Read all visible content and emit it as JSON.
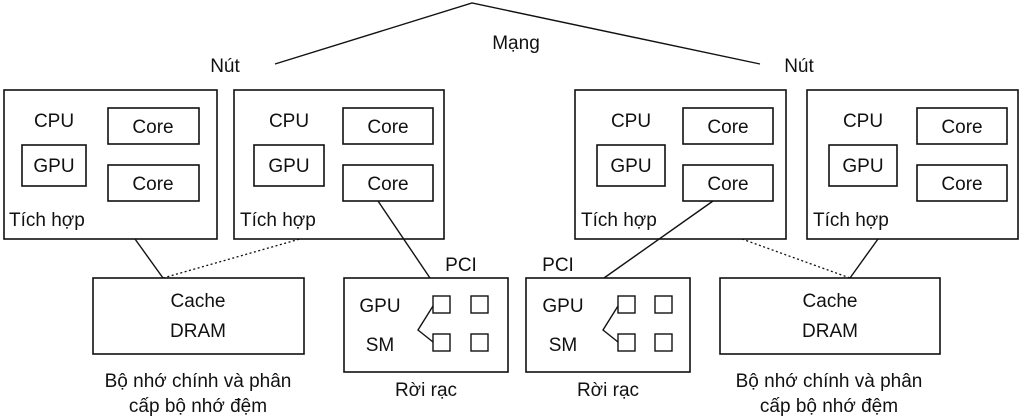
{
  "network": {
    "label": "Mạng"
  },
  "nodes": [
    {
      "label": "Nút"
    },
    {
      "label": "Nút"
    }
  ],
  "integrated": [
    {
      "cpu": "CPU",
      "gpu": "GPU",
      "core_top": "Core",
      "core_bottom": "Core",
      "caption": "Tích hợp"
    },
    {
      "cpu": "CPU",
      "gpu": "GPU",
      "core_top": "Core",
      "core_bottom": "Core",
      "caption": "Tích hợp"
    },
    {
      "cpu": "CPU",
      "gpu": "GPU",
      "core_top": "Core",
      "core_bottom": "Core",
      "caption": "Tích hợp"
    },
    {
      "cpu": "CPU",
      "gpu": "GPU",
      "core_top": "Core",
      "core_bottom": "Core",
      "caption": "Tích hợp"
    }
  ],
  "memory": [
    {
      "line1": "Cache",
      "line2": "DRAM",
      "caption_line1": "Bộ nhớ chính và phân",
      "caption_line2": "cấp bộ nhớ đệm"
    },
    {
      "line1": "Cache",
      "line2": "DRAM",
      "caption_line1": "Bộ nhớ chính và phân",
      "caption_line2": "cấp bộ nhớ đệm"
    }
  ],
  "discrete": [
    {
      "bus": "PCI",
      "gpu": "GPU",
      "sm": "SM",
      "caption": "Rời rạc"
    },
    {
      "bus": "PCI",
      "gpu": "GPU",
      "sm": "SM",
      "caption": "Rời rạc"
    }
  ]
}
